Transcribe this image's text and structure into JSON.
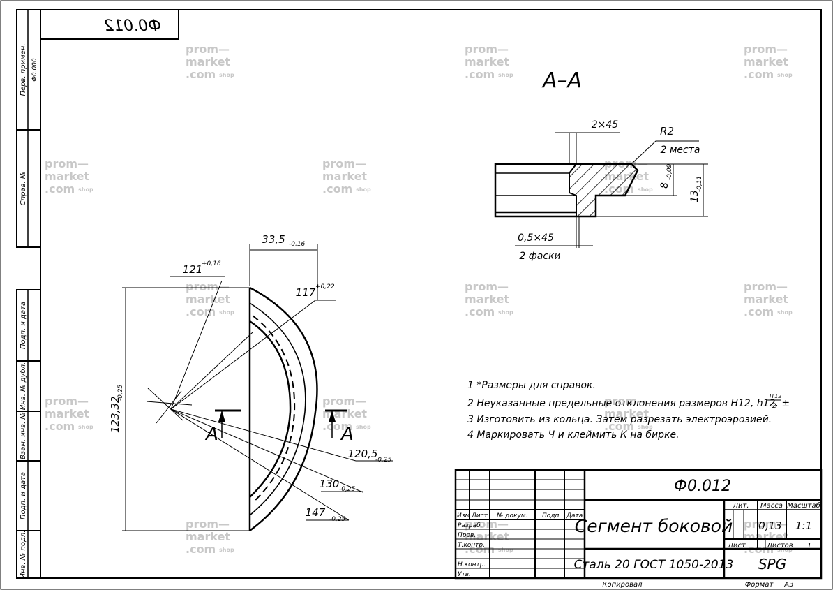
{
  "drawing": {
    "code_mirrored": "Ф0.012",
    "perv_primen_label": "Перв. примен.",
    "perv_primen_value": "Ф0.000",
    "sprav_label": "Справ. №",
    "side_labels": [
      "Подп. и дата",
      "Инв. № дубл.",
      "Взам. инв. №",
      "Подп. и дата",
      "Инв. № подл."
    ]
  },
  "section": {
    "title": "А–А",
    "chamfer_top": "2×45",
    "radius": "R2",
    "radius_note": "2 места",
    "dim_inner_height": "8",
    "dim_inner_tol": "-0,09",
    "dim_total_height": "13",
    "dim_total_tol": "-0,11",
    "chamfer_bottom": "0,5×45",
    "chamfer_bottom_note": "2 фаски"
  },
  "plan": {
    "dim_width": "33,5",
    "dim_width_tol": "-0,16",
    "dim_angle": "121",
    "dim_angle_tol": "+0,16",
    "dim_r117": "117",
    "dim_r117_tol": "+0,22",
    "dim_chord": "123,32",
    "dim_chord_tol": "-0,25",
    "dim_r120": "120,5",
    "dim_r120_tol": "-0,25",
    "dim_r130": "130",
    "dim_r130_tol": "-0,25",
    "dim_r147": "147",
    "dim_r147_tol": "-0,25",
    "cut_left": "А",
    "cut_right": "А"
  },
  "notes": [
    "1  *Размеры для справок.",
    "2  Неуказанные предельные отклонения размеров H12, h12, ±",
    "3  Изготовить из кольца. Затем разрезать электроэрозией.",
    "4  Маркировать Ч и клеймить К на бирке."
  ],
  "note2_frac_num": "IT12",
  "note2_frac_den": "2",
  "title_block": {
    "code": "Ф0.012",
    "name": "Сегмент боковой",
    "material": "Сталь 20 ГОСТ 1050-2013",
    "org": "SPG",
    "head_izm": "Изм",
    "head_list": "Лист",
    "head_doc": "№ докум.",
    "head_podp": "Подп.",
    "head_data": "Дата",
    "rows": [
      "Разраб.",
      "Пров.",
      "Т.контр.",
      "",
      "Н.контр.",
      "Утв."
    ],
    "lit": "Лит.",
    "massa": "Масса",
    "masshtab": "Масштаб",
    "massa_val": "0,13",
    "masshtab_val": "1:1",
    "list_label": "Лист",
    "listov_label": "Листов",
    "listov_val": "1",
    "kopiroval": "Копировал",
    "format_label": "Формат",
    "format_val": "А3"
  },
  "watermark": {
    "line1": "prom—",
    "line2": "market",
    "line3": ".com",
    "shop": "shop"
  }
}
